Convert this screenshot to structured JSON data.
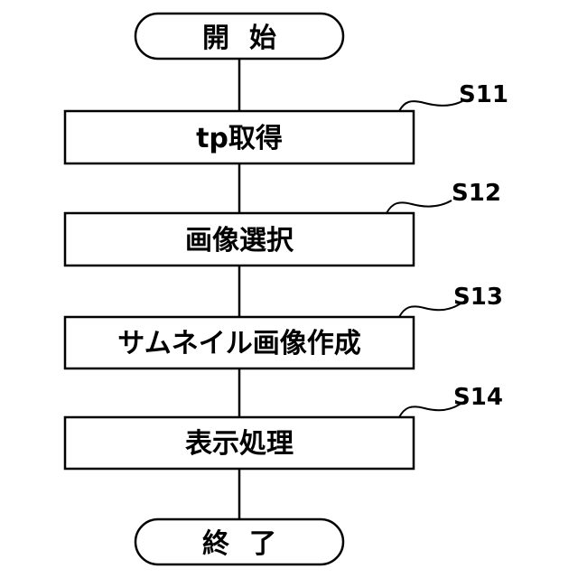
{
  "diagram": {
    "start": {
      "label": "開始"
    },
    "steps": [
      {
        "id": "S11",
        "label": "tp取得"
      },
      {
        "id": "S12",
        "label": "画像選択"
      },
      {
        "id": "S13",
        "label": "サムネイル画像作成"
      },
      {
        "id": "S14",
        "label": "表示処理"
      }
    ],
    "end": {
      "label": "終了"
    }
  }
}
